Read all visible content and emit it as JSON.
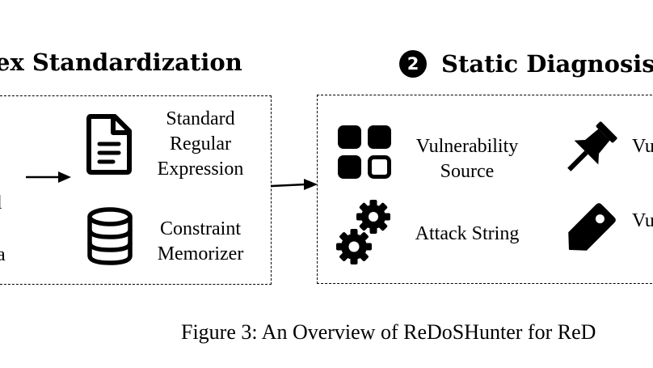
{
  "section1": {
    "title": "ex Standardization",
    "left_fragments": [
      "l",
      "a"
    ],
    "items": [
      {
        "icon": "document-icon",
        "label": [
          "Standard",
          "Regular",
          "Expression"
        ]
      },
      {
        "icon": "database-icon",
        "label": [
          "Constraint",
          "Memorizer"
        ]
      }
    ]
  },
  "section2": {
    "badge": "2",
    "title": "Static Diagnosis",
    "items": [
      {
        "icon": "app-grid-icon",
        "label": [
          "Vulnerability",
          "Source"
        ]
      },
      {
        "icon": "gears-icon",
        "label": [
          "Attack String"
        ]
      },
      {
        "icon": "pushpin-icon",
        "label": [
          "Vu"
        ]
      },
      {
        "icon": "tag-icon",
        "label": [
          "Vu"
        ]
      }
    ]
  },
  "caption": "Figure 3: An Overview of ReDoSHunter for ReD"
}
